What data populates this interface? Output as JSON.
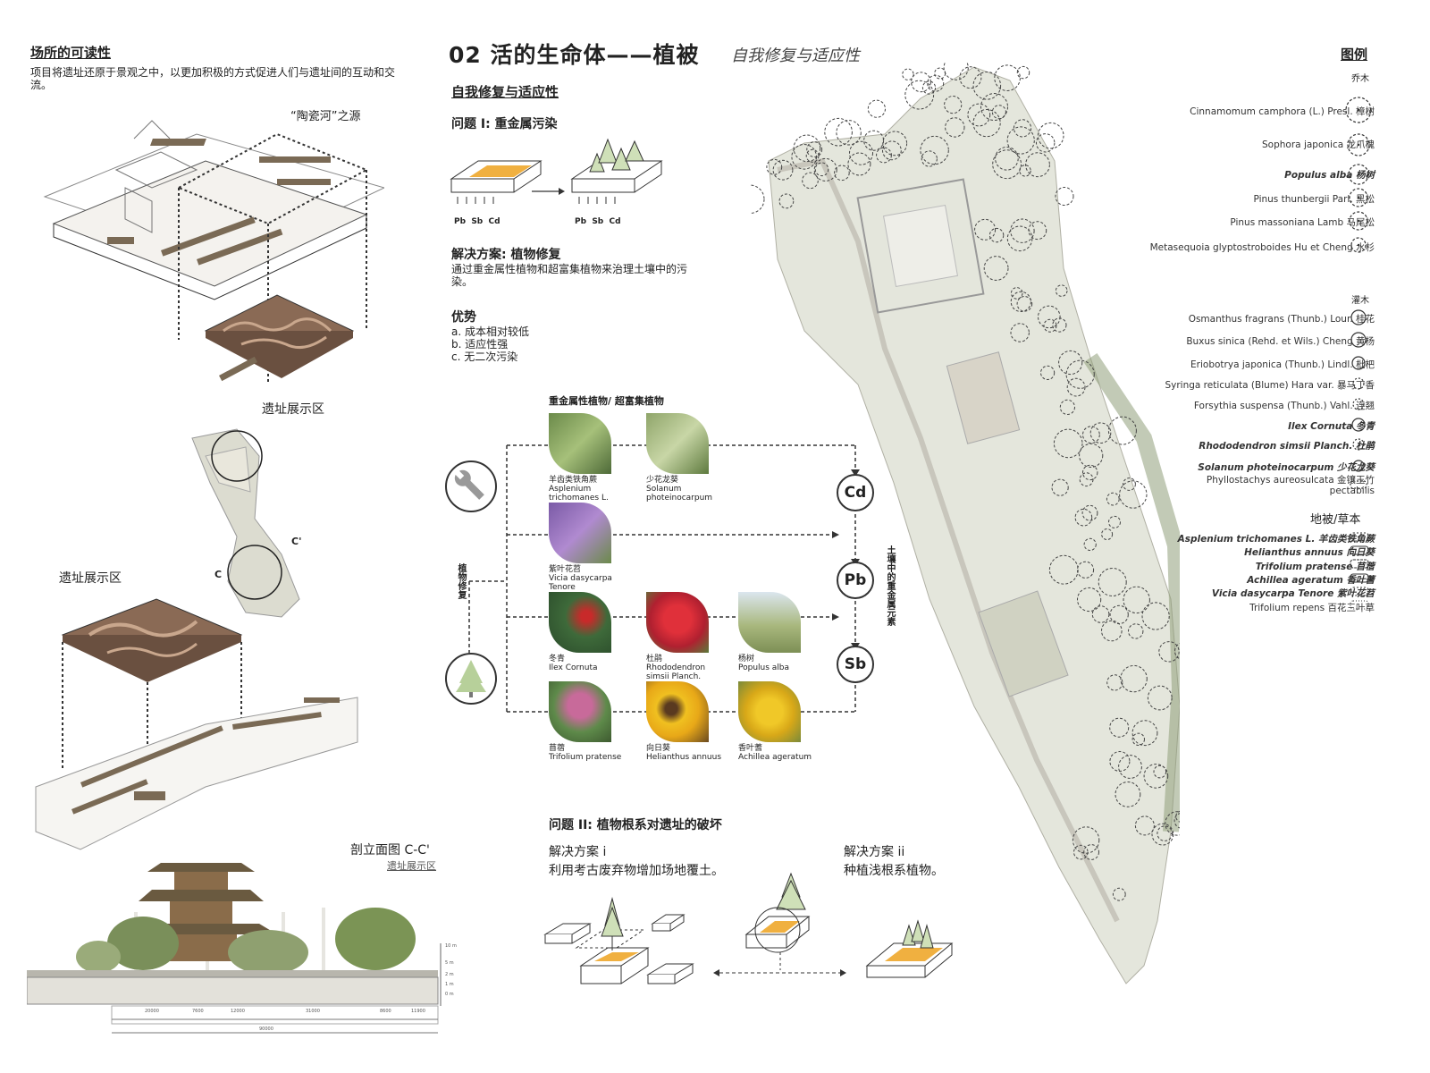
{
  "left": {
    "heading": "场所的可读性",
    "desc": "项目将遗址还原于景观之中，以更加积极的方式促进人们与遗址间的互动和交流。",
    "label_source": "“陶瓷河”之源",
    "label_exhibit_top": "遗址展示区",
    "label_exhibit_mid": "遗址展示区",
    "section_c": "C",
    "section_c2": "C'",
    "section_title": "剖立面图 C-C'",
    "section_sub": "遗址展示区",
    "scale_labels": [
      "10 m",
      "5 m",
      "2 m",
      "1 m",
      "0 m"
    ],
    "dim_labels": [
      "20000",
      "7600",
      "12000",
      "31000",
      "8600",
      "11900"
    ],
    "dim_total": "90000"
  },
  "center": {
    "title": "02 活的生命体——植被",
    "subtitle": "自我修复与适应性",
    "section_heading": "自我修复与适应性",
    "problem1": "问题 I: 重金属污染",
    "metals": [
      "Pb",
      "Sb",
      "Cd"
    ],
    "solution_heading": "解决方案: 植物修复",
    "solution_text": "通过重金属性植物和超富集植物来治理土壤中的污染。",
    "advantage_heading": "优势",
    "advantages": [
      "a. 成本相对较低",
      "b. 适应性强",
      "c. 无二次污染"
    ],
    "plants_heading": "重金属性植物/ 超富集植物",
    "side_label_left": "植物修复",
    "side_label_right": "土壤中的重金属元素",
    "elements": [
      "Cd",
      "Pb",
      "Sb"
    ],
    "plants": [
      {
        "cn": "羊齿类铁角蕨",
        "latin": "Asplenium trichomanes L."
      },
      {
        "cn": "少花龙葵",
        "latin": "Solanum photeinocarpum"
      },
      {
        "cn": "紫叶花苕",
        "latin": "Vicia dasycarpa Tenore"
      },
      {
        "cn": "冬青",
        "latin": "Ilex Cornuta"
      },
      {
        "cn": "杜鹃",
        "latin": "Rhododendron simsii Planch."
      },
      {
        "cn": "杨树",
        "latin": "Populus alba"
      },
      {
        "cn": "苜蓿",
        "latin": "Trifolium pratense"
      },
      {
        "cn": "向日葵",
        "latin": "Helianthus annuus"
      },
      {
        "cn": "香叶蓍",
        "latin": "Achillea ageratum"
      }
    ],
    "problem2": "问题 II: 植物根系对遗址的破坏",
    "sol_i_title": "解决方案 i",
    "sol_i_text": "利用考古废弃物增加场地覆土。",
    "sol_ii_title": "解决方案 ii",
    "sol_ii_text": "种植浅根系植物。"
  },
  "legend": {
    "title": "图例",
    "trees_heading": "乔木",
    "trees": [
      "Cinnamomum camphora (L.) Presl. 樟树",
      "Sophora japonica 龙爪槐",
      "Populus alba 杨树",
      "Pinus thunbergii Parl. 黑松",
      "Pinus massoniana Lamb 马尾松",
      "Metasequoia glyptostroboides Hu et Cheng 水杉"
    ],
    "shrubs_heading": "灌木",
    "shrubs": [
      "Osmanthus fragrans (Thunb.) Lour. 桂花",
      "Buxus sinica (Rehd. et Wils.) Cheng 黄杨",
      "Eriobotrya japonica  (Thunb.) Lindl. 枇杷",
      "Syringa reticulata (Blume) Hara var. 暴马丁香",
      "Forsythia suspensa (Thunb.) Vahl. 连翘",
      "Ilex Cornuta 冬青",
      "Rhododendron simsii Planch. 杜鹃",
      "Solanum photeinocarpum 少花龙葵",
      "Phyllostachys aureosulcata 金镶玉竹 pectabilis"
    ],
    "ground_heading": "地被/草本",
    "ground": [
      "Asplenium trichomanes L. 羊齿类铁角蕨",
      "Helianthus annuus 向日葵",
      "Trifolium pratense 苜蓿",
      "Achillea ageratum 香叶蓍",
      "Vicia dasycarpa Tenore 紫叶花苕",
      "Trifolium repens 百花三叶草"
    ]
  }
}
